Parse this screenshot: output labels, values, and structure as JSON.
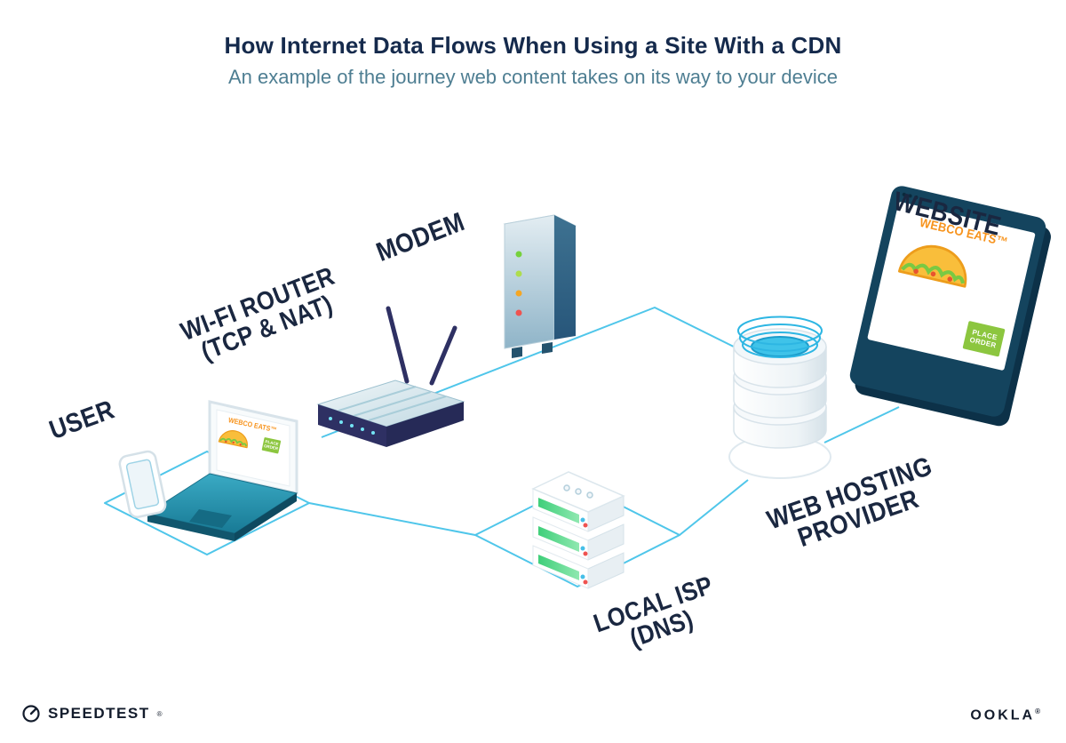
{
  "header": {
    "title": "How Internet Data Flows When Using a Site With a CDN",
    "subtitle": "An example of the journey web content takes on its way to your device"
  },
  "nodes": {
    "user": {
      "label": "USER"
    },
    "wifi_router": {
      "label_line1": "WI-FI ROUTER",
      "label_line2": "(TCP & NAT)"
    },
    "modem": {
      "label": "MODEM"
    },
    "local_isp": {
      "label_line1": "LOCAL ISP",
      "label_line2": "(DNS)"
    },
    "web_hosting": {
      "label_line1": "WEB HOSTING",
      "label_line2": "PROVIDER"
    },
    "website": {
      "label": "WEBSITE"
    }
  },
  "webco": {
    "brand": "WEBCO EATS™",
    "button_line1": "PLACE",
    "button_line2": "ORDER"
  },
  "footer": {
    "speedtest": "SPEEDTEST",
    "speedtest_mark": "®",
    "ookla": "OOKLA",
    "ookla_mark": "®"
  },
  "colors": {
    "line": "#4FC6EA",
    "ink": "#1A2740",
    "title": "#152A4C",
    "subtitle": "#4E7E92",
    "orange": "#F7941E",
    "green": "#8CC63F",
    "navy_frame": "#14445E"
  }
}
